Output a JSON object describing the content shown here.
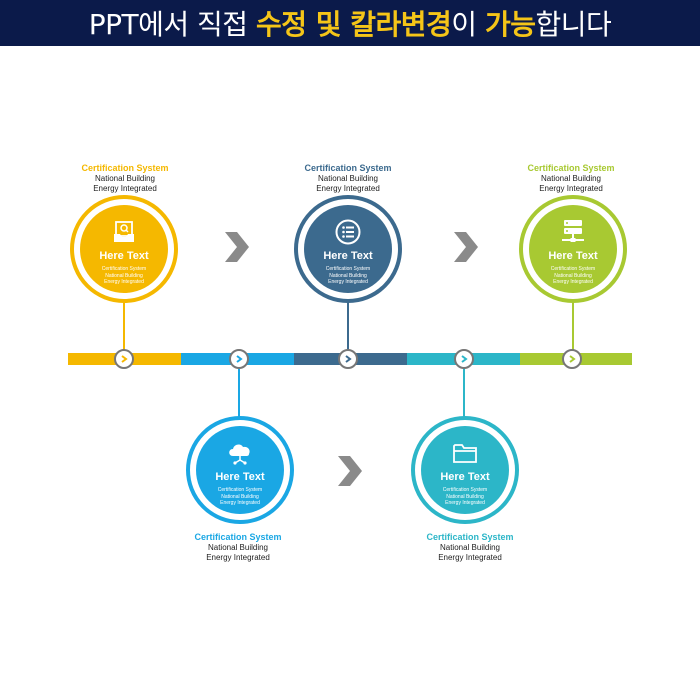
{
  "banner": {
    "part1": "PPT에서 직접 ",
    "highlight1": "수정 및 칼라변경",
    "part2": "이 ",
    "highlight2": "가능",
    "part3": "합니다"
  },
  "colors": {
    "yellow": "#f5b800",
    "blue": "#1aa7e4",
    "navy": "#3c6a8e",
    "teal": "#2cb6c8",
    "green": "#a8c932",
    "banner": "#0b1a4a"
  },
  "steps": [
    {
      "id": "yellow",
      "icon": "inbox-icon",
      "circle_title": "Here Text",
      "circle_lines": [
        "Certification System",
        "National Building",
        "Energy Integrated"
      ],
      "caption_title": "Certification System",
      "caption_lines": [
        "National Building",
        "Energy Integrated"
      ]
    },
    {
      "id": "blue",
      "icon": "cloud-share-icon",
      "circle_title": "Here Text",
      "circle_lines": [
        "Certification System",
        "National Building",
        "Energy Integrated"
      ],
      "caption_title": "Certification System",
      "caption_lines": [
        "National Building",
        "Energy Integrated"
      ]
    },
    {
      "id": "navy",
      "icon": "list-icon",
      "circle_title": "Here Text",
      "circle_lines": [
        "Certification System",
        "National Building",
        "Energy Integrated"
      ],
      "caption_title": "Certification System",
      "caption_lines": [
        "National Building",
        "Energy Integrated"
      ]
    },
    {
      "id": "teal",
      "icon": "folder-icon",
      "circle_title": "Here Text",
      "circle_lines": [
        "Certification System",
        "National Building",
        "Energy Integrated"
      ],
      "caption_title": "Certification System",
      "caption_lines": [
        "National Building",
        "Energy Integrated"
      ]
    },
    {
      "id": "green",
      "icon": "server-network-icon",
      "circle_title": "Here Text",
      "circle_lines": [
        "Certification System",
        "National Building",
        "Energy Integrated"
      ],
      "caption_title": "Certification System",
      "caption_lines": [
        "National Building",
        "Energy Integrated"
      ]
    }
  ]
}
